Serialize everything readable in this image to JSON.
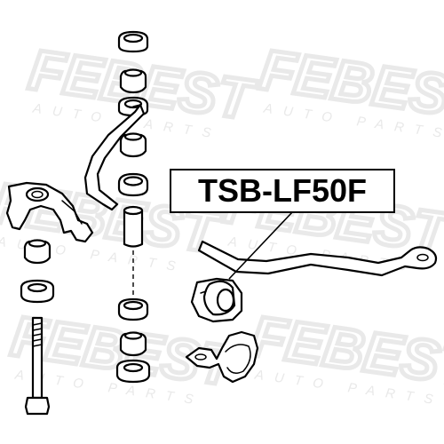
{
  "watermark": {
    "brand": "FEBEST",
    "tagline": "AUTO PARTS",
    "color": "#e9e9e9"
  },
  "part_number": "TSB-LF50F",
  "colors": {
    "line": "#000000",
    "background": "#ffffff"
  }
}
